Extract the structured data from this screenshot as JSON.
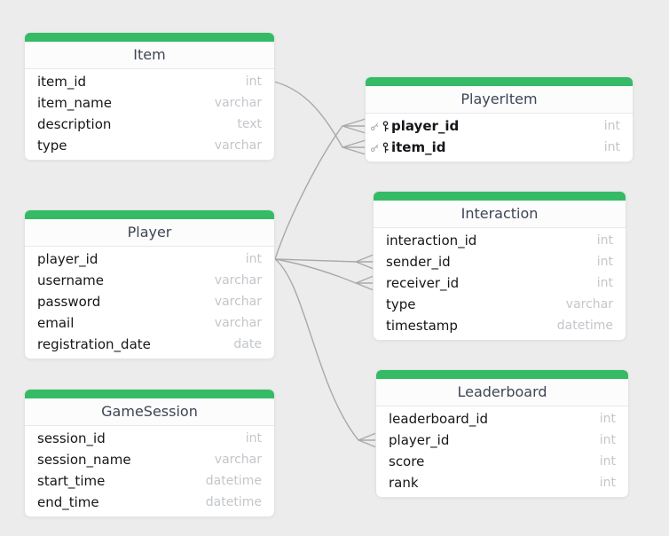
{
  "canvas": {
    "background_color": "#ececec",
    "header_color": "#35ba66",
    "line_color": "#a9a9a9"
  },
  "tables": [
    {
      "title": "Item",
      "columns": [
        {
          "name": "item_id",
          "type": "int",
          "key": false
        },
        {
          "name": "item_name",
          "type": "varchar",
          "key": false
        },
        {
          "name": "description",
          "type": "text",
          "key": false
        },
        {
          "name": "type",
          "type": "varchar",
          "key": false
        }
      ]
    },
    {
      "title": "PlayerItem",
      "columns": [
        {
          "name": "player_id",
          "type": "int",
          "key": true
        },
        {
          "name": "item_id",
          "type": "int",
          "key": true
        }
      ]
    },
    {
      "title": "Player",
      "columns": [
        {
          "name": "player_id",
          "type": "int",
          "key": false
        },
        {
          "name": "username",
          "type": "varchar",
          "key": false
        },
        {
          "name": "password",
          "type": "varchar",
          "key": false
        },
        {
          "name": "email",
          "type": "varchar",
          "key": false
        },
        {
          "name": "registration_date",
          "type": "date",
          "key": false
        }
      ]
    },
    {
      "title": "Interaction",
      "columns": [
        {
          "name": "interaction_id",
          "type": "int",
          "key": false
        },
        {
          "name": "sender_id",
          "type": "int",
          "key": false
        },
        {
          "name": "receiver_id",
          "type": "int",
          "key": false
        },
        {
          "name": "type",
          "type": "varchar",
          "key": false
        },
        {
          "name": "timestamp",
          "type": "datetime",
          "key": false
        }
      ]
    },
    {
      "title": "GameSession",
      "columns": [
        {
          "name": "session_id",
          "type": "int",
          "key": false
        },
        {
          "name": "session_name",
          "type": "varchar",
          "key": false
        },
        {
          "name": "start_time",
          "type": "datetime",
          "key": false
        },
        {
          "name": "end_time",
          "type": "datetime",
          "key": false
        }
      ]
    },
    {
      "title": "Leaderboard",
      "columns": [
        {
          "name": "leaderboard_id",
          "type": "int",
          "key": false
        },
        {
          "name": "player_id",
          "type": "int",
          "key": false
        },
        {
          "name": "score",
          "type": "int",
          "key": false
        },
        {
          "name": "rank",
          "type": "int",
          "key": false
        }
      ]
    }
  ],
  "relationships": [
    {
      "label": "Item.item_id to PlayerItem.item_id"
    },
    {
      "label": "Player.player_id to PlayerItem.player_id"
    },
    {
      "label": "Player.player_id to Interaction.sender_id"
    },
    {
      "label": "Player.player_id to Interaction.receiver_id"
    },
    {
      "label": "Player.player_id to Leaderboard.player_id"
    }
  ]
}
